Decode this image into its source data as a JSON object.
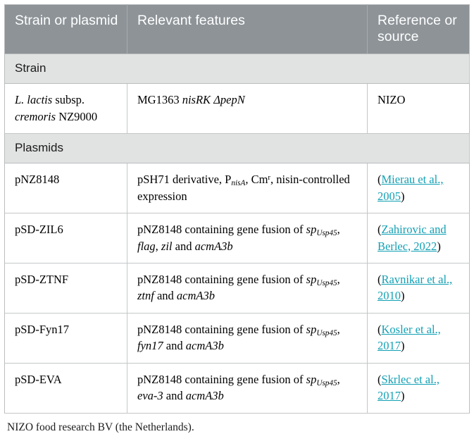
{
  "table": {
    "columns": [
      {
        "label": "Strain or plasmid"
      },
      {
        "label": "Relevant features"
      },
      {
        "label": "Reference or source"
      }
    ],
    "sections": [
      {
        "title": "Strain"
      },
      {
        "title": "Plasmids"
      }
    ],
    "rows": [
      {
        "name": "L. lactis subsp. cremoris NZ9000",
        "name_parts": {
          "italic1": "L. lactis",
          "roman1": "subsp.",
          "italic2": "cremoris",
          "roman2": "NZ9000"
        },
        "features": "MG1363 nisRK ΔpepN",
        "features_parts": {
          "roman1": "MG1363",
          "italic1": "nisRK",
          "italic2": "ΔpepN"
        },
        "reference": "NIZO",
        "reference_is_link": false
      },
      {
        "name": "pNZ8148",
        "features": "pSH71 derivative, PnisA, Cmr, nisin-controlled expression",
        "features_parts": {
          "lead": "pSH71 derivative, P",
          "sub1": "nisA",
          "mid": ", Cm",
          "sup1": "r",
          "tail": ", nisin-controlled expression"
        },
        "reference": "(Mierau et al., 2005)",
        "reference_link_text": "Mierau et al., 2005",
        "reference_is_link": true
      },
      {
        "name": "pSD-ZIL6",
        "features": "pNZ8148 containing gene fusion of spUsp45, flag, zil and acmA3b",
        "features_parts": {
          "lead": "pNZ8148 containing gene fusion of ",
          "sp": "sp",
          "sub1": "Usp45",
          "comma1": ", ",
          "gene1": "flag",
          "comma2": ", ",
          "gene2": "zil",
          "and": " and ",
          "gene3": "acmA3b"
        },
        "reference": "(Zahirovic and Berlec, 2022)",
        "reference_link_text": "Zahirovic and Berlec, 2022",
        "reference_is_link": true
      },
      {
        "name": "pSD-ZTNF",
        "features": "pNZ8148 containing gene fusion of spUsp45, ztnf and acmA3b",
        "features_parts": {
          "lead": "pNZ8148 containing gene fusion of ",
          "sp": "sp",
          "sub1": "Usp45",
          "comma1": ", ",
          "gene1": "ztnf",
          "and": " and ",
          "gene3": "acmA3b"
        },
        "reference": "(Ravnikar et al., 2010)",
        "reference_link_text": "Ravnikar et al., 2010",
        "reference_is_link": true
      },
      {
        "name": "pSD-Fyn17",
        "features": "pNZ8148 containing gene fusion of spUsp45, fyn17 and acmA3b",
        "features_parts": {
          "lead": "pNZ8148 containing gene fusion of ",
          "sp": "sp",
          "sub1": "Usp45",
          "comma1": ", ",
          "gene1": "fyn17",
          "and": " and ",
          "gene3": "acmA3b"
        },
        "reference": "(Kosler et al., 2017)",
        "reference_link_text": "Kosler et al., 2017",
        "reference_is_link": true
      },
      {
        "name": "pSD-EVA",
        "features": "pNZ8148 containing gene fusion of spUsp45, eva-3 and acmA3b",
        "features_parts": {
          "lead": "pNZ8148 containing gene fusion of ",
          "sp": "sp",
          "sub1": "Usp45",
          "comma1": ", ",
          "gene1": "eva-3",
          "and": " and ",
          "gene3": "acmA3b"
        },
        "reference": "(Skrlec et al., 2017)",
        "reference_link_text": "Skrlec et al., 2017",
        "reference_is_link": true
      }
    ]
  },
  "footnote": "NIZO food research BV (the Netherlands).",
  "colors": {
    "header_background": "#8d9397",
    "header_text": "#ffffff",
    "section_background": "#e1e2e2",
    "citation_link": "#12a0b4",
    "border": "#c3c6c8",
    "body_text": "#000000"
  }
}
